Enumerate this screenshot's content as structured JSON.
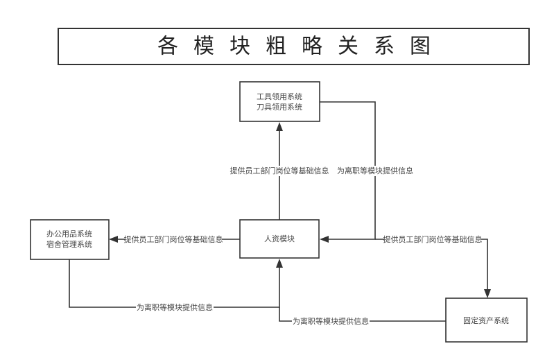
{
  "title": "各模块粗略关系图",
  "colors": {
    "stroke": "#333333",
    "text": "#444444",
    "background": "#ffffff"
  },
  "nodes": {
    "tools": {
      "lines": [
        "工具领用系统",
        "刀具领用系统"
      ]
    },
    "hr": {
      "lines": [
        "人资模块"
      ]
    },
    "office": {
      "lines": [
        "办公用品系统",
        "宿舍管理系统"
      ]
    },
    "assets": {
      "lines": [
        "固定资产系统"
      ]
    }
  },
  "edges": {
    "hr_to_tools": {
      "from": "人资模块",
      "to": "工具领用系统",
      "label": "提供员工部门岗位等基础信息"
    },
    "tools_to_hr": {
      "from": "工具领用系统",
      "to": "人资模块",
      "label": "为离职等模块提供信息"
    },
    "hr_to_office": {
      "from": "人资模块",
      "to": "办公用品系统",
      "label": "提供员工部门岗位等基础信息"
    },
    "hr_to_assets": {
      "from": "人资模块",
      "to": "固定资产系统",
      "label": "提供员工部门岗位等基础信息"
    },
    "office_to_hr": {
      "from": "办公用品系统",
      "to": "人资模块",
      "label": "为离职等模块提供信息"
    },
    "assets_to_hr": {
      "from": "固定资产系统",
      "to": "人资模块",
      "label": "为离职等模块提供信息"
    }
  }
}
